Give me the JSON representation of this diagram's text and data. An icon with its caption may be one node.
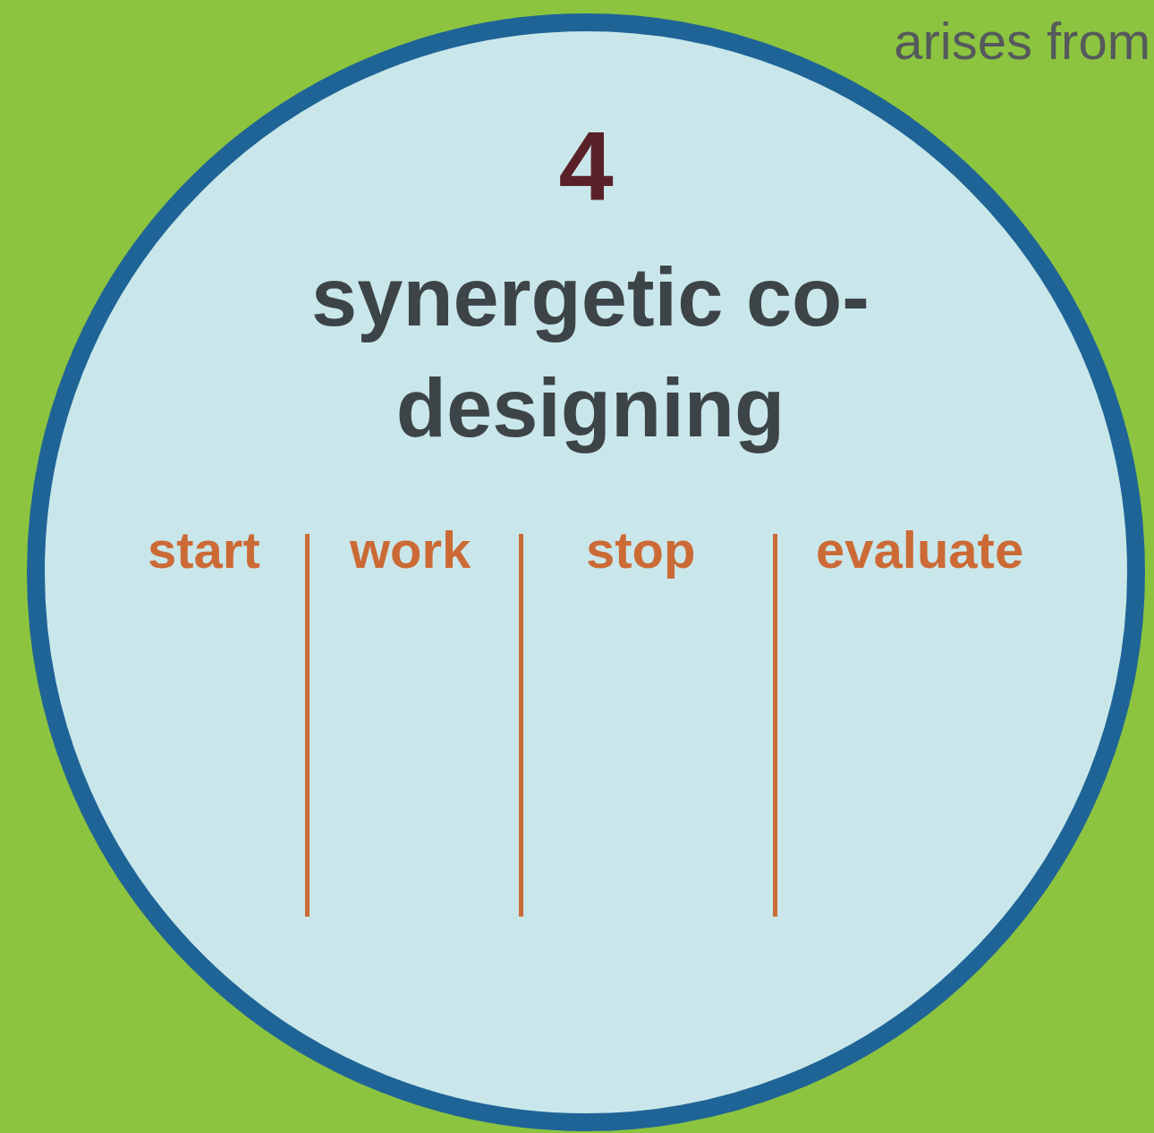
{
  "diagram": {
    "nodes": [
      {
        "text": [
          "4",
          "synergetic co-designing"
        ]
      }
    ],
    "edges": [],
    "labels": [
      "arises from",
      "start",
      "work",
      "stop",
      "evaluate"
    ]
  }
}
